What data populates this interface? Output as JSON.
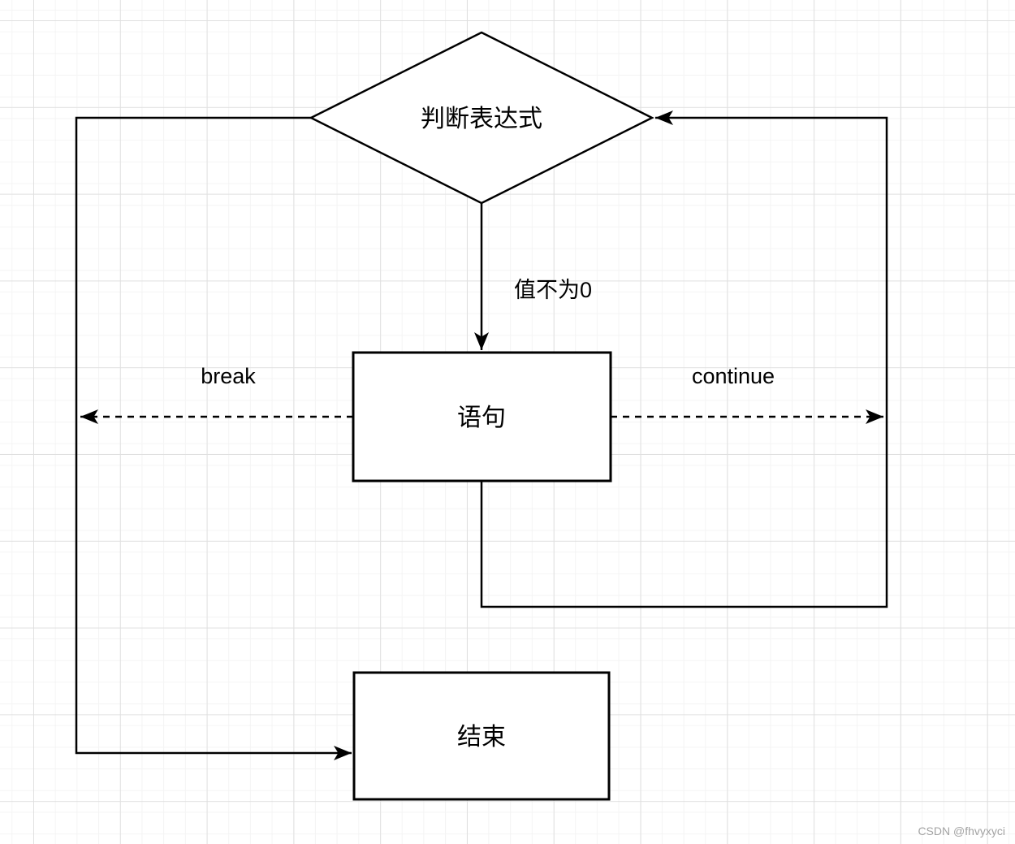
{
  "diagram": {
    "nodes": {
      "decision": {
        "label": "判断表达式",
        "shape": "diamond"
      },
      "statement": {
        "label": "语句",
        "shape": "rectangle"
      },
      "end": {
        "label": "结束",
        "shape": "rectangle"
      }
    },
    "edges": [
      {
        "from": "decision",
        "to": "statement",
        "label": "值不为0",
        "style": "solid-arrow"
      },
      {
        "from": "statement",
        "to": "left-rail",
        "label": "break",
        "style": "dashed-arrow"
      },
      {
        "from": "statement",
        "to": "right-rail",
        "label": "continue",
        "style": "dashed-arrow"
      },
      {
        "from": "statement",
        "to": "decision",
        "label": "",
        "style": "solid-arrow",
        "route": "down-right-up loop-back"
      },
      {
        "from": "decision",
        "to": "end",
        "label": "",
        "style": "solid-arrow",
        "route": "left-down-right"
      }
    ]
  },
  "watermark": {
    "text": "CSDN @fhvyxyci"
  },
  "colors": {
    "line": "#000000",
    "text": "#000000",
    "background": "#ffffff",
    "grid_minor": "#f4f4f4",
    "grid_major": "#e0e0e0",
    "watermark": "#a3a3a3"
  }
}
